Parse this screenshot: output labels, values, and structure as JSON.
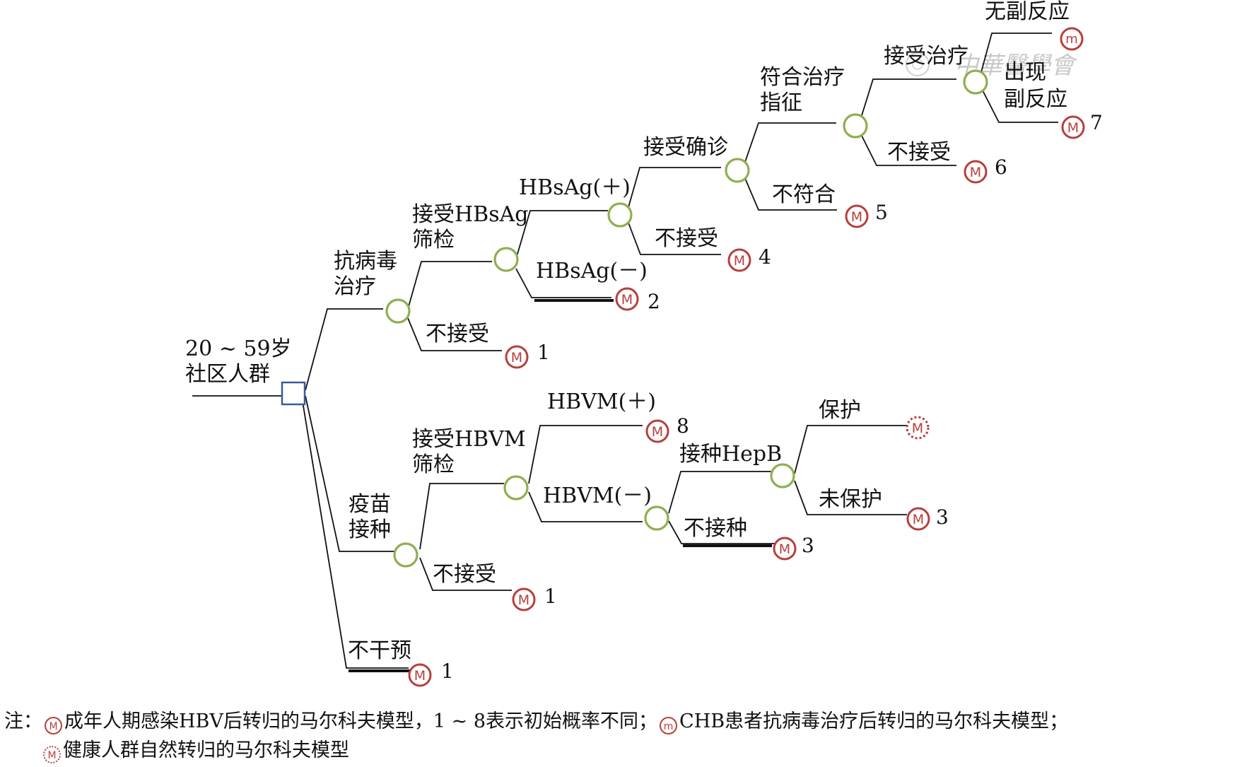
{
  "root": {
    "label_line1": "20 ~ 59岁",
    "label_line2": "社区人群"
  },
  "strategies": {
    "antiviral": {
      "label_line1": "抗病毒",
      "label_line2": "治疗"
    },
    "vaccine": {
      "label_line1": "疫苗",
      "label_line2": "接种"
    },
    "none": {
      "label": "不干预",
      "prob": "1"
    }
  },
  "antiviral": {
    "accept_screen": {
      "label_line1": "接受HBsAg",
      "label_line2": "筛检"
    },
    "reject_screen": {
      "label": "不接受",
      "prob": "1"
    },
    "hbsag_pos": "HBsAg(＋)",
    "hbsag_neg": {
      "label": "HBsAg(－)",
      "prob": "2"
    },
    "accept_confirm": "接受确诊",
    "reject_confirm": {
      "label": "不接受",
      "prob": "4"
    },
    "indicated": {
      "label_line1": "符合治疗",
      "label_line2": "指征"
    },
    "not_indicated": {
      "label": "不符合",
      "prob": "5"
    },
    "accept_treat": "接受治疗",
    "reject_treat": {
      "label": "不接受",
      "prob": "6"
    },
    "no_side_effect": "无副反应",
    "side_effect": {
      "label_line1": "出现",
      "label_line2": "副反应",
      "prob": "7"
    }
  },
  "vaccine": {
    "accept_screen": {
      "label_line1": "接受HBVM",
      "label_line2": "筛检"
    },
    "reject_screen": {
      "label": "不接受",
      "prob": "1"
    },
    "hbvm_pos": {
      "label": "HBVM(＋)",
      "prob": "8"
    },
    "hbvm_neg": "HBVM(－)",
    "vaccinate": "接种HepB",
    "not_vaccinate": {
      "label": "不接种",
      "prob": "3"
    },
    "protected": "保护",
    "not_protected": {
      "label": "未保护",
      "prob": "3"
    }
  },
  "markov_glyphs": {
    "adult": "M",
    "chb": "m",
    "healthy": "M"
  },
  "watermark": "中華醫學會",
  "legend": {
    "note_prefix": "注：",
    "icon_adult": "M",
    "item1": "成年人期感染HBV后转归的马尔科夫模型，1 ~ 8表示初始概率不同；",
    "icon_chb": "m",
    "item2": "CHB患者抗病毒治疗后转归的马尔科夫模型；",
    "icon_healthy": "M",
    "item3": "健康人群自然转归的马尔科夫模型"
  },
  "colors": {
    "chance_node": "#8db04f",
    "decision_node": "#3c5a9c",
    "markov_node": "#b5403d",
    "line": "#111111"
  }
}
